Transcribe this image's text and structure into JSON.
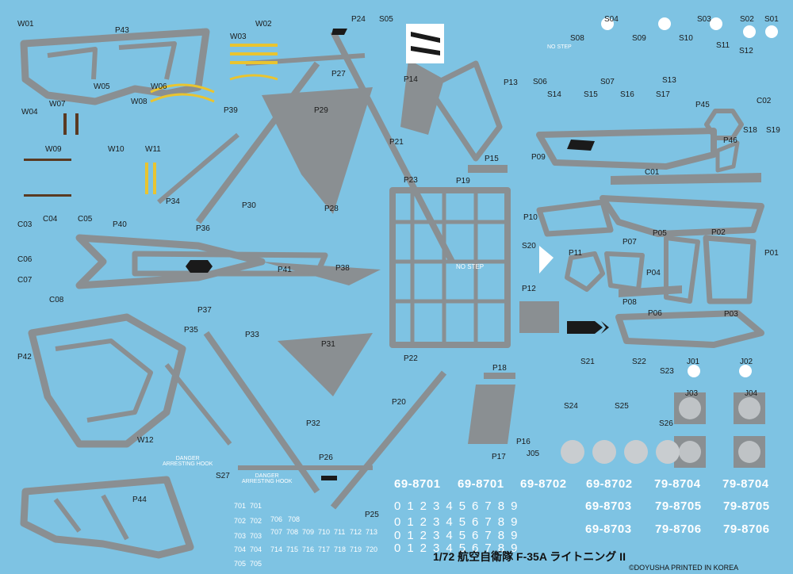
{
  "colors": {
    "background": "#7ec3e3",
    "grey": "#8a8f92",
    "black": "#1a1a1a",
    "white": "#ffffff",
    "yellow": "#e9c430",
    "brown": "#5a3a22"
  },
  "labels": [
    "W01",
    "W02",
    "W03",
    "W04",
    "W05",
    "W06",
    "W07",
    "W08",
    "W09",
    "W10",
    "W11",
    "W12",
    "P01",
    "P02",
    "P03",
    "P04",
    "P05",
    "P06",
    "P07",
    "P08",
    "P09",
    "P10",
    "P11",
    "P12",
    "P13",
    "P14",
    "P15",
    "P16",
    "P17",
    "P18",
    "P19",
    "P20",
    "P21",
    "P22",
    "P23",
    "P24",
    "P25",
    "P26",
    "P27",
    "P28",
    "P29",
    "P30",
    "P31",
    "P32",
    "P33",
    "P34",
    "P35",
    "P36",
    "P37",
    "P38",
    "P39",
    "P40",
    "P41",
    "P42",
    "P43",
    "P44",
    "P45",
    "P46",
    "S01",
    "S02",
    "S03",
    "S04",
    "S05",
    "S06",
    "S07",
    "S08",
    "S09",
    "S10",
    "S11",
    "S12",
    "S13",
    "S14",
    "S15",
    "S16",
    "S17",
    "S18",
    "S19",
    "S20",
    "S21",
    "S22",
    "S23",
    "S24",
    "S25",
    "S26",
    "S27",
    "C01",
    "C02",
    "C03",
    "C04",
    "C05",
    "C06",
    "C07",
    "C08",
    "J01",
    "J02",
    "J03",
    "J04",
    "J05"
  ],
  "stencils": {
    "no_step": "NO STEP",
    "danger_1": "DANGER",
    "danger_2": "ARRESTING HOOK"
  },
  "registrations": [
    "69-8701",
    "69-8701",
    "69-8702",
    "69-8702",
    "79-8704",
    "79-8704",
    "69-8703",
    "79-8705",
    "79-8705",
    "69-8703",
    "79-8706",
    "79-8706"
  ],
  "digit_rows": [
    "0123456789",
    "0123456789",
    "0123456789",
    "0123456789"
  ],
  "small_numbers": [
    [
      "701",
      "701"
    ],
    [
      "702",
      "702"
    ],
    [
      "703",
      "703"
    ],
    [
      "704",
      "704"
    ],
    [
      "705",
      "705"
    ],
    [
      "706",
      "708"
    ],
    [
      "707",
      "708",
      "709",
      "710",
      "711",
      "712",
      "713"
    ],
    [
      "714",
      "715",
      "716",
      "717",
      "718",
      "719",
      "720"
    ]
  ],
  "title": "1/72 航空自衛隊 F-35A ライトニング II",
  "copyright": "©DOYUSHA PRINTED IN KOREA"
}
